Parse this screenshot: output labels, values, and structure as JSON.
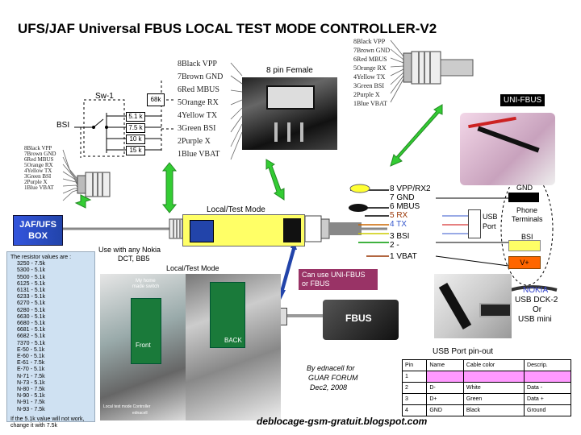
{
  "title": "UFS/JAF Universal FBUS LOCAL TEST MODE CONTROLLER-V2",
  "left_pins": [
    "8Black VPP",
    "7Brown GND",
    "6Red MBUS",
    "5Orange RX",
    "4Yellow TX",
    "3Green BSI",
    "2Purple X",
    "1Blue VBAT"
  ],
  "center_pins": [
    "8Black VPP",
    "7Brown GND",
    "6Red MBUS",
    "5Orange RX",
    "4Yellow TX",
    "3Green BSI",
    "2Purple X",
    "1Blue VBAT"
  ],
  "right_pins": [
    "8Black VPP",
    "7Brown GND",
    "6Red MBUS",
    "5Orange RX",
    "4Yellow TX",
    "3Green BSI",
    "2Purple X",
    "1Blue VBAT"
  ],
  "connector_label": "8 pin Female",
  "switch_label": "Sw-1",
  "bsi_label": "BSI",
  "resistor_68k": "68k",
  "resistors": [
    "5.1 k",
    "7.5 k",
    "10 k",
    "15 k"
  ],
  "unifbus_label": "UNI-FBUS",
  "box_label_1": "JAF/UFS",
  "box_label_2": "BOX",
  "local_test_label": "Local/Test Mode",
  "use_with_1": "Use with any Nokia",
  "use_with_2": "DCT, BB5",
  "local_test_label_2": "Local/Test Mode",
  "can_use_1": "Can use UNI-FBUS",
  "can_use_2": "or FBUS",
  "fbus_label": "FBUS",
  "output_pins": [
    "8 VPP/RX2",
    "7 GND",
    "6 MBUS",
    "5 RX",
    "4 TX",
    "3 BSI",
    "2 -",
    "1 VBAT"
  ],
  "usb_port_1": "USB",
  "usb_port_2": "Port",
  "gnd_label": "GND",
  "phone_terminals_1": "Phone",
  "phone_terminals_2": "Terminals",
  "bsi_right": "BSI",
  "vplus": "V+",
  "nokia_1": "NOKIA",
  "nokia_2": "USB DCK-2",
  "nokia_3": "Or",
  "nokia_4": "USB mini",
  "resistor_values_title": "The resistor values are :",
  "resistor_values": [
    "3250 - 7.5k",
    "5300 - 5.1k",
    "5500 - 5.1k",
    "6125 - 5.1k",
    "6131 - 5.1k",
    "6233 - 5.1k",
    "6270 - 5.1k",
    "6280 - 5.1k",
    "6630 - 5.1k",
    "6680 - 5.1k",
    "6681 - 5.1k",
    "6682 - 5.1k",
    "7370 - 5.1k",
    "E-50 - 5.1k",
    "E-60 - 5.1k",
    "E-61 - 7.5k",
    "E-70 - 5.1k",
    "N-71 - 7.5k",
    "N-73 - 5.1k",
    "N-80 - 7.5k",
    "N-90 - 5.1k",
    "N-91 - 7.5k",
    "N-93 - 7.5k"
  ],
  "resistor_note_1": "If the 5.1k value will not work,",
  "resistor_note_2": "change it with 7.5k",
  "photo_note_1": "My home",
  "photo_note_2": "made switch",
  "front_label": "Front",
  "back_label": "BACK",
  "photo_caption_1": "Local test mode Controller",
  "photo_caption_2": "ednacell",
  "credit_1": "By ednacell for",
  "credit_2": "GUAR FORUM",
  "credit_3": "Dec2, 2008",
  "usb_pinout_title": "USB Port pin-out",
  "usb_table_headers": [
    "Pin",
    "Name",
    "Cable color",
    "Descrip."
  ],
  "usb_table_rows": [
    [
      "1",
      "",
      "",
      ""
    ],
    [
      "2",
      "D-",
      "White",
      "Data -"
    ],
    [
      "3",
      "D+",
      "Green",
      "Data +"
    ],
    [
      "4",
      "GND",
      "Black",
      "Ground"
    ]
  ],
  "url": "deblocage-gsm-gratuit.blogspot.com",
  "colors": {
    "pink": "#ff99ff",
    "yellow": "#ffff66",
    "orange": "#ff6600",
    "blue": "#3355dd",
    "green": "#33cc33",
    "purple": "#660066",
    "mauve": "#993366"
  }
}
